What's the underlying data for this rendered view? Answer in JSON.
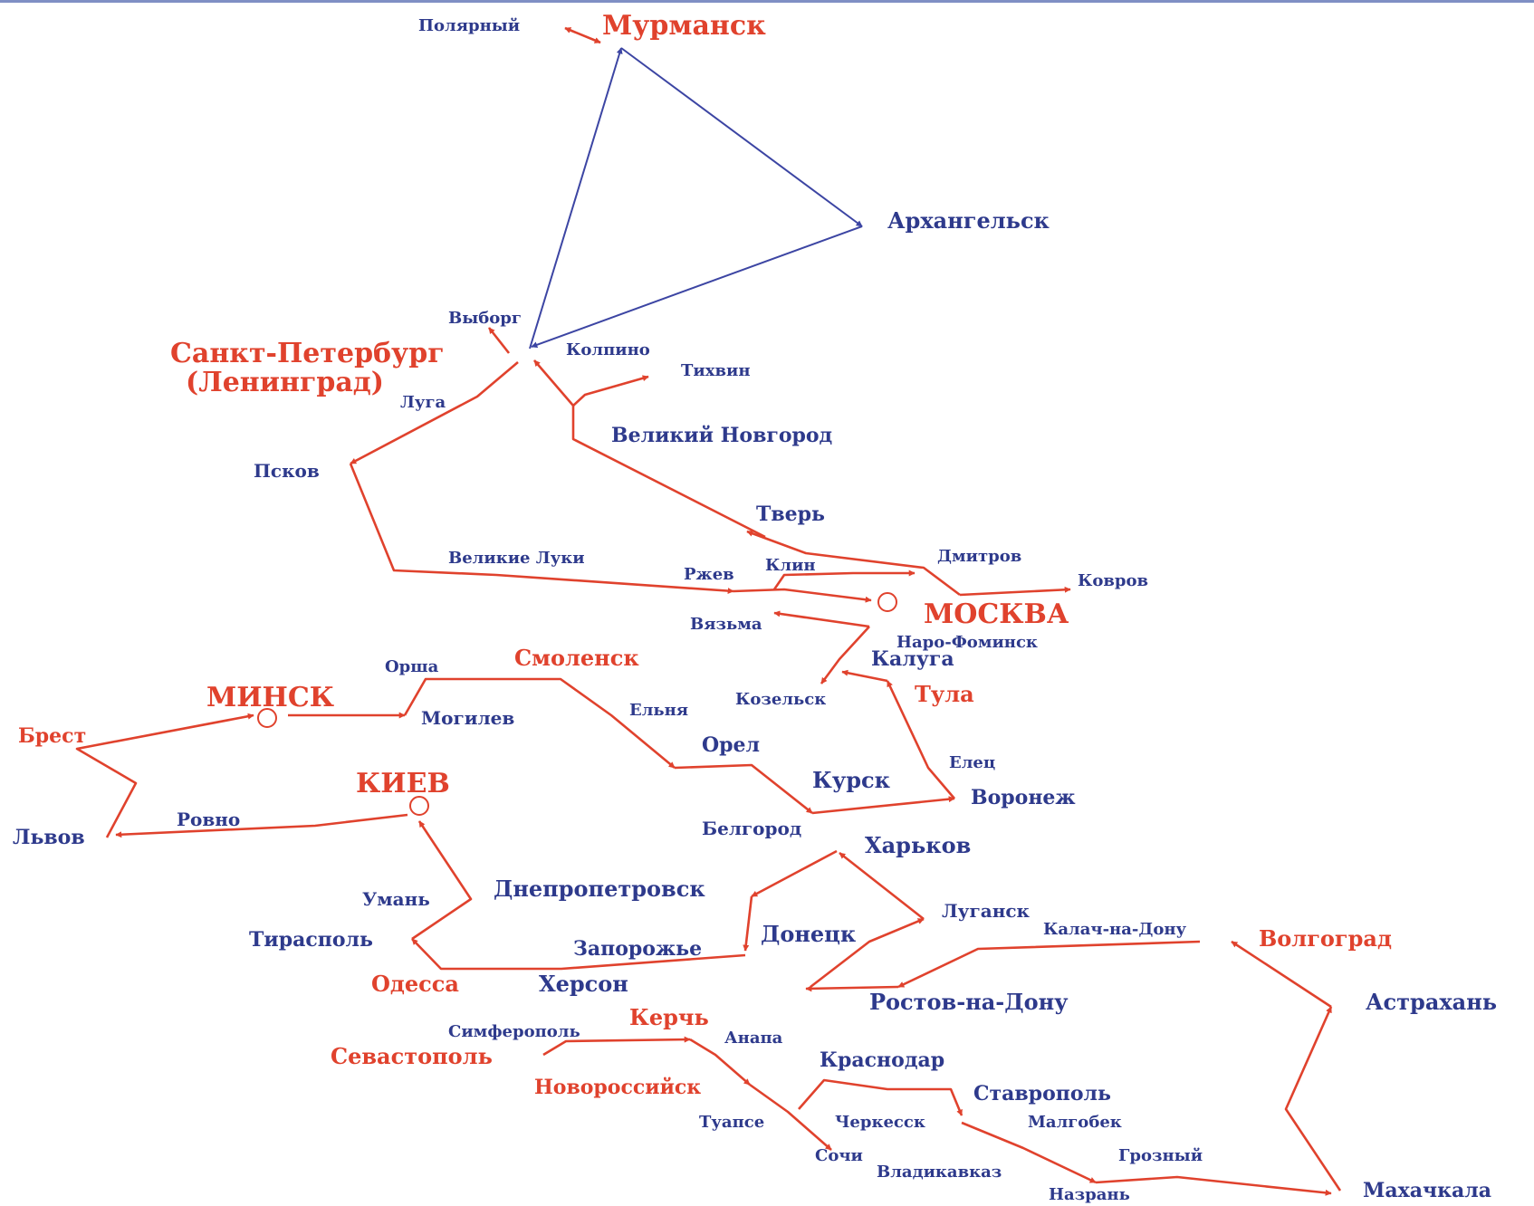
{
  "colors": {
    "blue_route": "#3c45a3",
    "red_route": "#e0422d",
    "blue_text": "#2e3a8c",
    "red_text": "#e0422d",
    "top_border": "#7f8fc4"
  },
  "cities": {
    "polyarny": "Полярный",
    "murmansk": "Мурманск",
    "arkhangelsk": "Архангельск",
    "vyborg": "Выборг",
    "spb": "Санкт-Петербург",
    "leningrad": "(Ленинград)",
    "kolpino": "Колпино",
    "tikhvin": "Тихвин",
    "luga": "Луга",
    "velikiy_novgorod": "Великий Новгород",
    "pskov": "Псков",
    "tver": "Тверь",
    "velikie_luki": "Великие Луки",
    "dmitrov": "Дмитров",
    "rzhev": "Ржев",
    "klin": "Клин",
    "kovrov": "Ковров",
    "moskva": "МОСКВА",
    "vyazma": "Вязьма",
    "naro_fominsk": "Наро-Фоминск",
    "orsha": "Орша",
    "smolensk": "Смоленск",
    "kaluga": "Калуга",
    "minsk": "МИНСК",
    "mogilev": "Могилев",
    "yelnya": "Ельня",
    "kozelsk": "Козельск",
    "tula": "Тула",
    "brest": "Брест",
    "orel": "Орел",
    "yelets": "Елец",
    "kiev": "КИЕВ",
    "kursk": "Курск",
    "voronezh": "Воронеж",
    "rovno": "Ровно",
    "lvov": "Львов",
    "belgorod": "Белгород",
    "kharkov": "Харьков",
    "uman": "Умань",
    "dnepropetrovsk": "Днепропетровск",
    "lugansk": "Луганск",
    "kalach": "Калач-на-Дону",
    "donetsk": "Донецк",
    "volgograd": "Волгоград",
    "tiraspol": "Тирасполь",
    "zaporozhye": "Запорожье",
    "odessa": "Одесса",
    "kherson": "Херсон",
    "rostov": "Ростов-на-Дону",
    "astrakhan": "Астрахань",
    "kerch": "Керчь",
    "simferopol": "Симферополь",
    "anapa": "Анапа",
    "sevastopol": "Севастополь",
    "krasnodar": "Краснодар",
    "novorossiysk": "Новороссийск",
    "stavropol": "Ставрополь",
    "tuapse": "Туапсе",
    "cherkessk": "Черкесск",
    "malgobek": "Малгобек",
    "sochi": "Сочи",
    "grozny": "Грозный",
    "vladikavkaz": "Владикавказ",
    "nazran": "Назрань",
    "makhachkala": "Махачкала"
  }
}
